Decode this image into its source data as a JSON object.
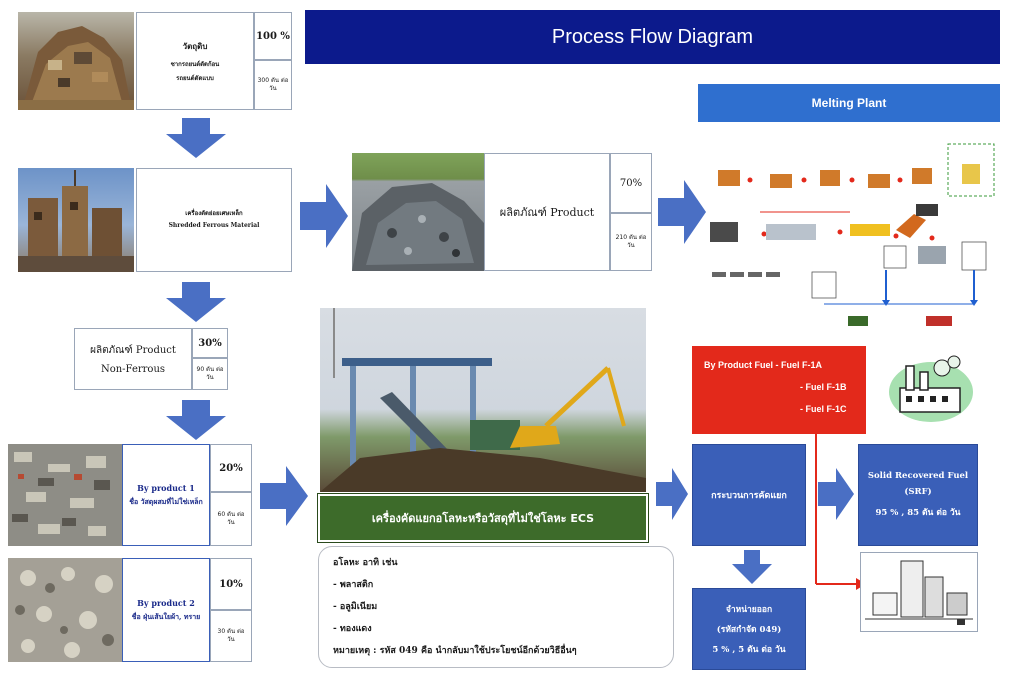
{
  "title": "Process Flow Diagram",
  "melting_plant": "Melting Plant",
  "raw_material": {
    "name_line1": "วัตถุดิบ",
    "name_line2": "ซากรถยนต์ตัดก้อน",
    "name_line3": "รถยนต์ตัดแบบ",
    "percent": "100 %",
    "tons": "300 ตัน ต่อ วัน"
  },
  "shredder": {
    "line1": "เครื่องตัดย่อยเศษเหล็ก",
    "line2": "Shredded Ferrous Material"
  },
  "product_ferrous": {
    "label": "ผลิตภัณฑ์ Product",
    "percent": "70%",
    "tons": "210 ตัน ต่อ วัน"
  },
  "product_nonferrous": {
    "label": "ผลิตภัณฑ์ Product",
    "sub": "Non-Ferrous",
    "percent": "30%",
    "tons": "90 ตัน ต่อ วัน"
  },
  "by_product_1": {
    "title": "By product 1",
    "name": "ชื่อ วัสดุผสมที่ไม่ใช่เหล็ก",
    "percent": "20%",
    "tons": "60 ตัน ต่อ วัน"
  },
  "by_product_2": {
    "title": "By product 2",
    "name": "ชื่อ ฝุ่นเส้นใยผ้า, ทราย",
    "percent": "10%",
    "tons": "30 ตัน ต่อ วัน"
  },
  "ecs_label": "เครื่องคัดแยกอโลหะหรือวัสดุที่ไม่ใช่โลหะ ECS",
  "nonmetal_list": {
    "heading": "อโลหะ อาทิ เช่น",
    "items": [
      "- พลาสติก",
      "- อลูมิเนียม",
      "- ทองแดง"
    ],
    "note": "หมายเหตุ : รหัส 049 คือ นำกลับมาใช้ประโยชน์อีกด้วยวิธีอื่นๆ"
  },
  "by_product_fuel": {
    "line1": "By Product Fuel - Fuel F-1A",
    "line2": "- Fuel F-1B",
    "line3": "- Fuel F-1C"
  },
  "sorting_process": "กระบวนการคัดแยก",
  "srf": {
    "line1": "Solid Recovered Fuel",
    "line2": "(SRF)",
    "line3": "95 % , 85 ตัน ต่อ วัน"
  },
  "disposal": {
    "line1": "จำหน่ายออก",
    "line2": "(รหัสกำจัด 049)",
    "line3": "5 % , 5 ตัน ต่อ วัน"
  },
  "colors": {
    "title_bar": "#0c1a8c",
    "melting_bar": "#2f6fcf",
    "arrow_blue": "#4a6fc4",
    "fuel_red": "#e3291b",
    "ecs_green": "#3d6b2a",
    "srf_blue": "#3a5fb8"
  }
}
